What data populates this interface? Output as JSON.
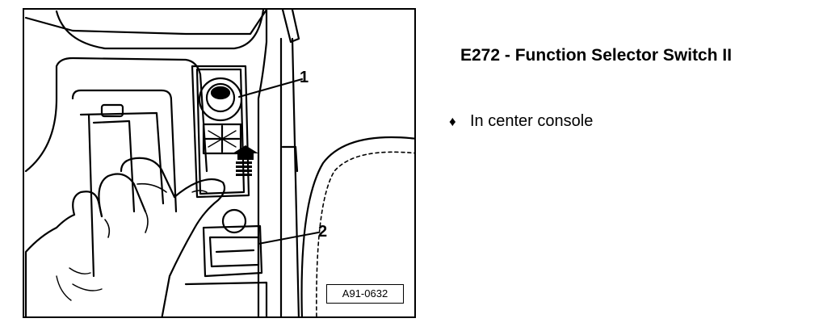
{
  "figure": {
    "callouts": [
      {
        "id": "1",
        "label": "1"
      },
      {
        "id": "2",
        "label": "2"
      }
    ],
    "figure_id": "A91-0632",
    "icons": [
      "up-arrow-icon"
    ]
  },
  "description": {
    "title": "E272 - Function Selector Switch II",
    "bullets": [
      {
        "glyph": "♦",
        "text": "In center console"
      }
    ]
  }
}
